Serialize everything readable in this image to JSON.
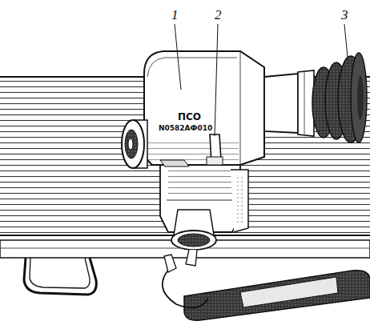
{
  "diagram": {
    "labels": [
      "1",
      "2",
      "3",
      "ПСО",
      "N0582АФ010"
    ]
  }
}
